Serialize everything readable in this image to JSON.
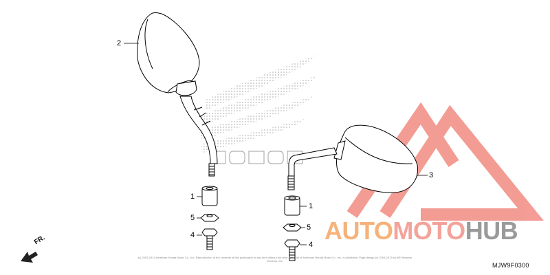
{
  "diagram": {
    "callouts": [
      {
        "id": "mirror-left",
        "label": "2"
      },
      {
        "id": "mirror-right",
        "label": "3"
      },
      {
        "id": "cap-left",
        "label": "1"
      },
      {
        "id": "cap-right",
        "label": "1"
      },
      {
        "id": "nut-left",
        "label": "5"
      },
      {
        "id": "nut-right",
        "label": "5"
      },
      {
        "id": "bolt-left",
        "label": "4"
      },
      {
        "id": "bolt-right",
        "label": "4"
      }
    ],
    "direction_label": "FR.",
    "diagram_code": "MJW9F0300",
    "copyright_text": "(c) 2003-2013 American Honda Motor Co., Inc. Reproduction of the contents of this publication in any form without the prior approval of American Honda Motor Co., Inc. is prohibited. Page design (c) 2004-2013 by ARI Network Services, Inc.",
    "background_logo": "HONDA"
  },
  "watermark": {
    "part1": "AUTO",
    "part2": "MOTO",
    "part3": "HUB",
    "colors": {
      "auto": "#f6b27a",
      "moto": "#f3a39a",
      "hub": "#9a9a9a",
      "triangle": "#f28b82"
    }
  },
  "colors": {
    "line": "#000000",
    "dots": "#9a9a9a"
  }
}
